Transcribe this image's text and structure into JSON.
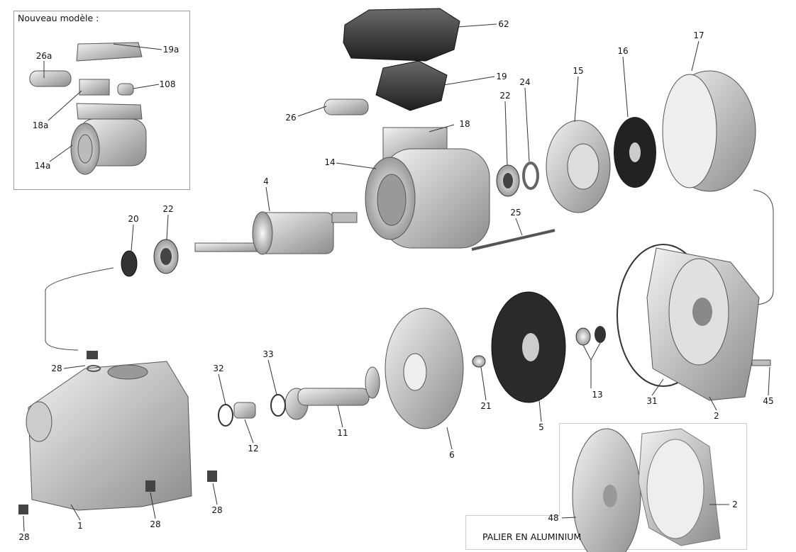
{
  "inset_new_model": {
    "title": "Nouveau modèle :",
    "labels": {
      "p26a": "26a",
      "p19a": "19a",
      "p108": "108",
      "p18a": "18a",
      "p14a": "14a"
    }
  },
  "inset_aluminium": {
    "caption": "PALIER EN ALUMINIUM",
    "labels": {
      "p48": "48",
      "p2": "2"
    }
  },
  "parts": {
    "p62": "62",
    "p19": "19",
    "p26": "26",
    "p22a": "22",
    "p24": "24",
    "p15": "15",
    "p16": "16",
    "p17": "17",
    "p18": "18",
    "p14": "14",
    "p4": "4",
    "p20": "20",
    "p22b": "22",
    "p25": "25",
    "p28a": "28",
    "p32": "32",
    "p33": "33",
    "p12": "12",
    "p11": "11",
    "p6": "6",
    "p21": "21",
    "p5": "5",
    "p13": "13",
    "p31": "31",
    "p2": "2",
    "p45": "45",
    "p1": "1",
    "p28b": "28",
    "p28c": "28",
    "p28d": "28"
  },
  "colors": {
    "part_light": "#e6e6e6",
    "part_mid": "#a9a9a9",
    "part_dark": "#3a3a3a",
    "frame": "#9a9a9a"
  }
}
